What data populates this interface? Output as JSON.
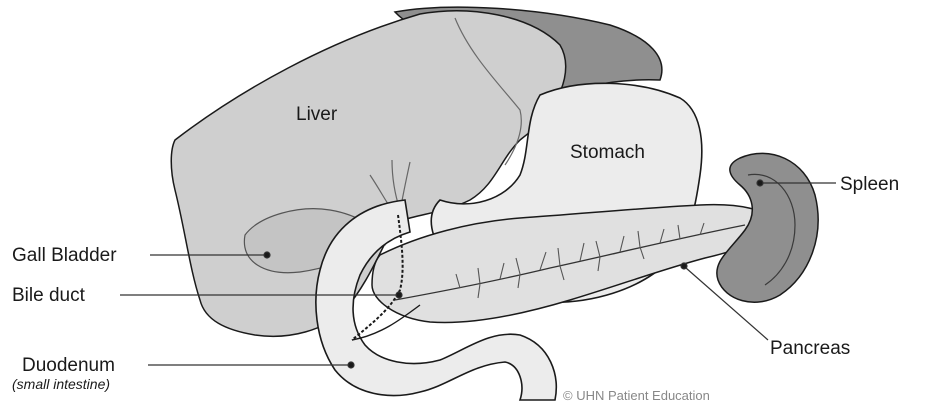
{
  "labels": {
    "liver": "Liver",
    "stomach": "Stomach",
    "spleen": "Spleen",
    "gall_bladder": "Gall Bladder",
    "bile_duct": "Bile duct",
    "pancreas": "Pancreas",
    "duodenum": "Duodenum",
    "duodenum_sub": "(small intestine)"
  },
  "credit": "© UHN Patient Education",
  "colors": {
    "liver_fill": "#cfcfcf",
    "liver_dark": "#8a8a8a",
    "stomach_fill": "#ececec",
    "pancreas_fill": "#e0e0e0",
    "spleen_fill": "#8f8f8f",
    "outline": "#1a1a1a",
    "leader": "#333333"
  }
}
